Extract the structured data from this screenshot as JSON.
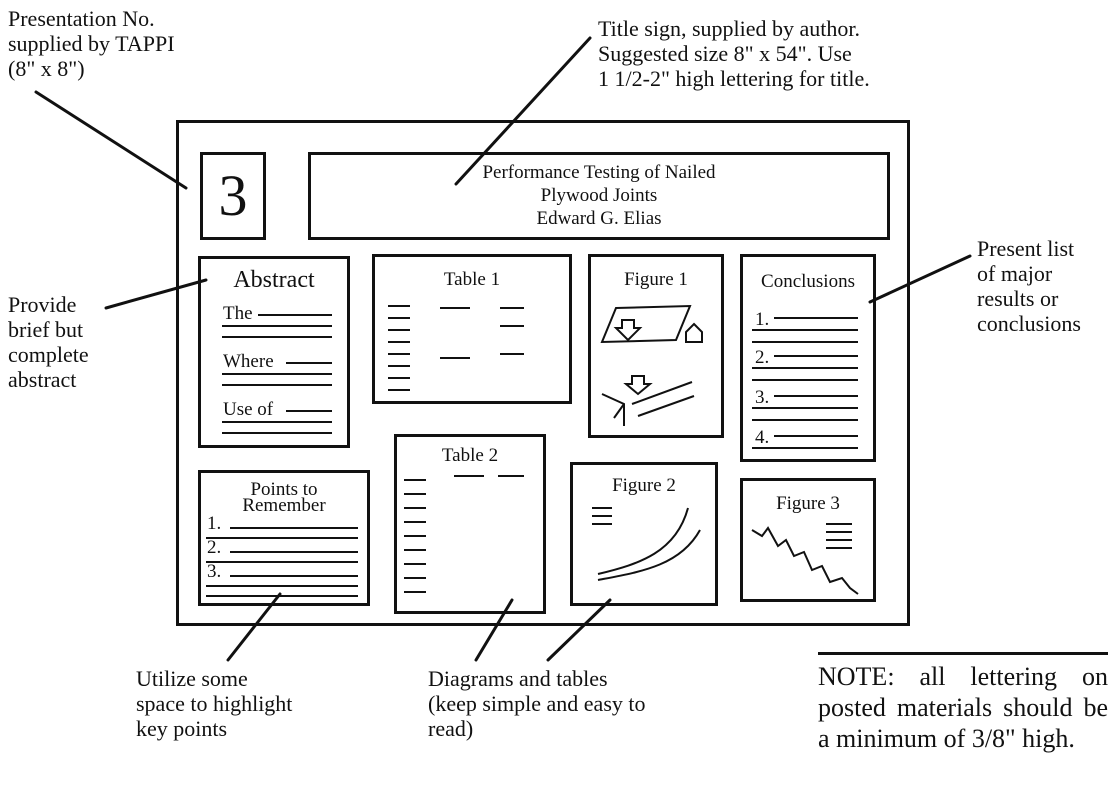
{
  "callouts": {
    "presentation_no": "Presentation No.\nsupplied by TAPPI\n(8\" x 8\")",
    "title_sign": "Title sign, supplied by author.\nSuggested size 8\" x 54\".  Use\n1 1/2-2\" high lettering for title.",
    "abstract_note": "Provide\nbrief but\ncomplete\nabstract",
    "conclusions_note": "Present list\nof major\nresults or\nconclusions",
    "key_points": "Utilize some\nspace to highlight\nkey points",
    "diagrams": "Diagrams and tables\n(keep simple and easy to\nread)",
    "note": "NOTE: all lettering on posted materials should be a minimum of 3/8\" high."
  },
  "poster": {
    "number": "3",
    "title_lines": [
      "Performance Testing of Nailed",
      "Plywood Joints",
      "Edward G. Elias"
    ],
    "abstract": {
      "heading": "Abstract",
      "lines": [
        "The",
        "Where",
        "Use of"
      ]
    },
    "table1": "Table 1",
    "table2": "Table 2",
    "figure1": "Figure 1",
    "figure2": "Figure 2",
    "figure3": "Figure 3",
    "conclusions": {
      "heading": "Conclusions",
      "items": [
        "1.",
        "2.",
        "3.",
        "4."
      ]
    },
    "points": {
      "heading_line1": "Points to",
      "heading_line2": "Remember",
      "items": [
        "1.",
        "2.",
        "3."
      ]
    }
  }
}
